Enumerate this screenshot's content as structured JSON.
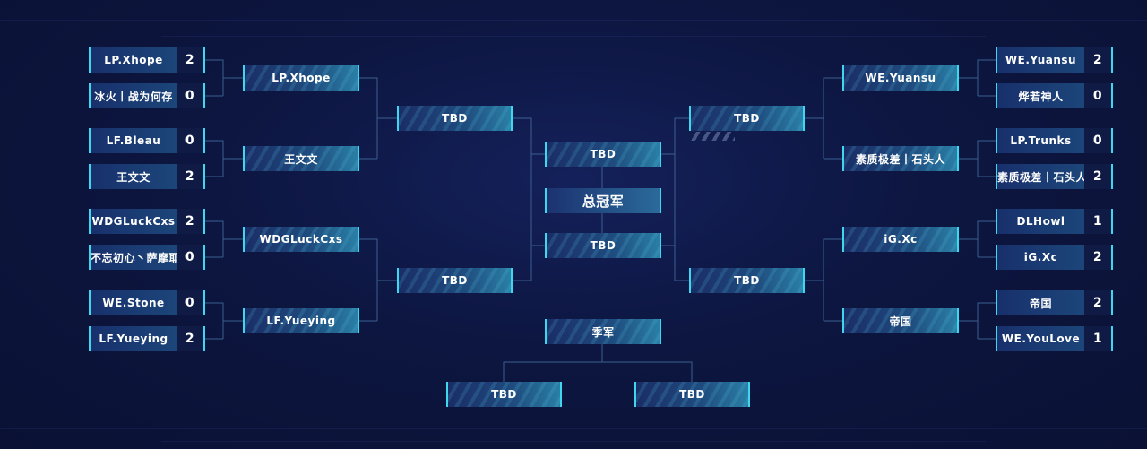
{
  "colors": {
    "accent": "#3fd6f0",
    "line": "#3a5f8f",
    "background": "#0d1640"
  },
  "left": {
    "round1": [
      {
        "name": "LP.Xhope",
        "score": "2"
      },
      {
        "name": "冰火丨战为何存",
        "score": "0"
      },
      {
        "name": "LF.Bleau",
        "score": "0"
      },
      {
        "name": "王文文",
        "score": "2"
      },
      {
        "name": "WDGLuckCxs",
        "score": "2"
      },
      {
        "name": "不忘初心丶萨摩耶",
        "score": "0"
      },
      {
        "name": "WE.Stone",
        "score": "0"
      },
      {
        "name": "LF.Yueying",
        "score": "2"
      }
    ],
    "round2": [
      "LP.Xhope",
      "王文文",
      "WDGLuckCxs",
      "LF.Yueying"
    ],
    "round3": [
      "TBD",
      "TBD"
    ]
  },
  "right": {
    "round1": [
      {
        "name": "WE.Yuansu",
        "score": "2"
      },
      {
        "name": "烨若神人",
        "score": "0"
      },
      {
        "name": "LP.Trunks",
        "score": "0"
      },
      {
        "name": "素质极差丨石头人",
        "score": "2"
      },
      {
        "name": "DLHowl",
        "score": "1"
      },
      {
        "name": "iG.Xc",
        "score": "2"
      },
      {
        "name": "帝国",
        "score": "2"
      },
      {
        "name": "WE.YouLove",
        "score": "1"
      }
    ],
    "round2": [
      "WE.Yuansu",
      "素质极差丨石头人",
      "iG.Xc",
      "帝国"
    ],
    "round3": [
      "TBD",
      "TBD"
    ]
  },
  "center": {
    "final_top": "TBD",
    "champion": "总冠军",
    "final_bottom": "TBD",
    "third_label": "季军",
    "third_left": "TBD",
    "third_right": "TBD"
  }
}
